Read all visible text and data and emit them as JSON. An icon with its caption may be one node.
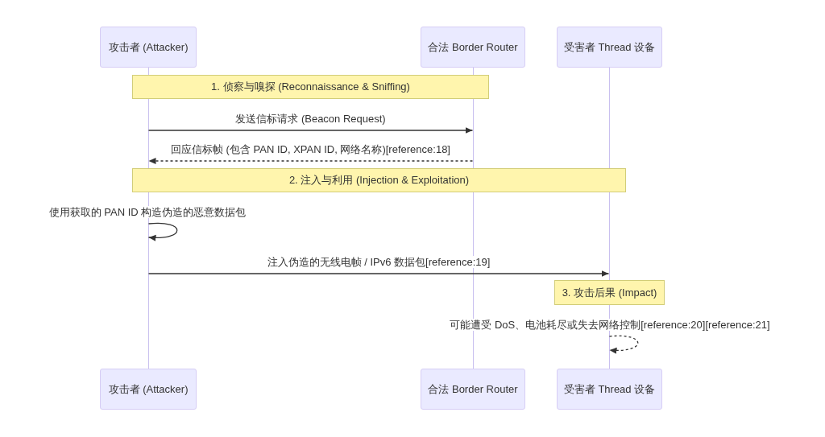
{
  "diagram": {
    "nodes": [
      {
        "text": [
          "攻击者 (Attacker)"
        ]
      },
      {
        "text": [
          "合法 Border Router"
        ]
      },
      {
        "text": [
          "受害者 Thread 设备"
        ]
      },
      {
        "text": [],
        "shape": "line"
      },
      {
        "text": [],
        "shape": "line"
      },
      {
        "text": [],
        "shape": "line"
      },
      {
        "text": [
          "1. 侦察与嗅探 (Reconnaissance & Sniffing)"
        ]
      },
      {
        "text": [
          "2. 注入与利用 (Injection & Exploitation)"
        ]
      },
      {
        "text": [
          "3. 攻击后果 (Impact)"
        ]
      },
      {
        "text": [],
        "shape": "line"
      },
      {
        "text": [
          "攻击者 (Attacker)"
        ]
      },
      {
        "text": [
          "合法 Border Router"
        ]
      },
      {
        "text": [
          "受害者 Thread 设备"
        ]
      }
    ],
    "edges": [
      {
        "from": 3,
        "to": 4,
        "arrow": "to",
        "label": "发送信标请求 (Beacon Request)"
      },
      {
        "from": 4,
        "to": 3,
        "arrow": "to",
        "label": "回应信标帧 (包含 PAN ID, XPAN ID, 网络名称)[reference:18]",
        "style": "dashed"
      },
      {
        "from": 3,
        "to": 3,
        "arrow": "to",
        "label": "使用获取的 PAN ID 构造伪造的恶意数据包"
      },
      {
        "from": 3,
        "to": 5,
        "arrow": "to",
        "label": "注入伪造的无线电帧 / IPv6 数据包[reference:19]"
      },
      {
        "from": 9,
        "to": 9,
        "arrow": "to",
        "label": "可能遭受 DoS、电池耗尽或失去网络控制[reference:20][reference:21]",
        "style": "dashed"
      }
    ]
  }
}
